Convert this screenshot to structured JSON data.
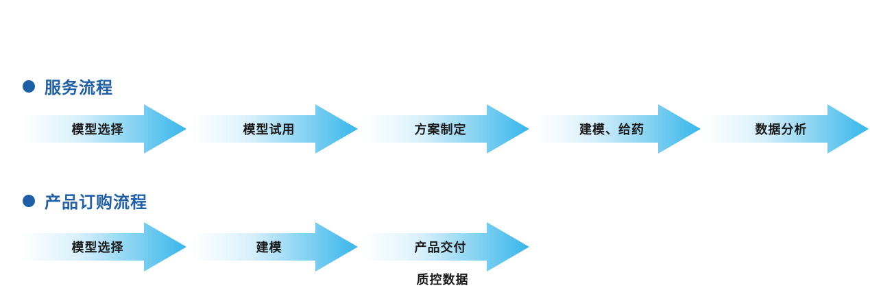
{
  "service": {
    "title": "服务流程",
    "steps": [
      "模型选择",
      "模型试用",
      "方案制定",
      "建模、给药",
      "数据分析"
    ]
  },
  "order": {
    "title": "产品订购流程",
    "steps": [
      "模型选择",
      "建模",
      "产品交付"
    ],
    "extra_label": "质控数据"
  },
  "colors": {
    "title": "#1f5fa8",
    "arrow_start": "#eaf7fd",
    "arrow_end": "#38b6ea"
  }
}
